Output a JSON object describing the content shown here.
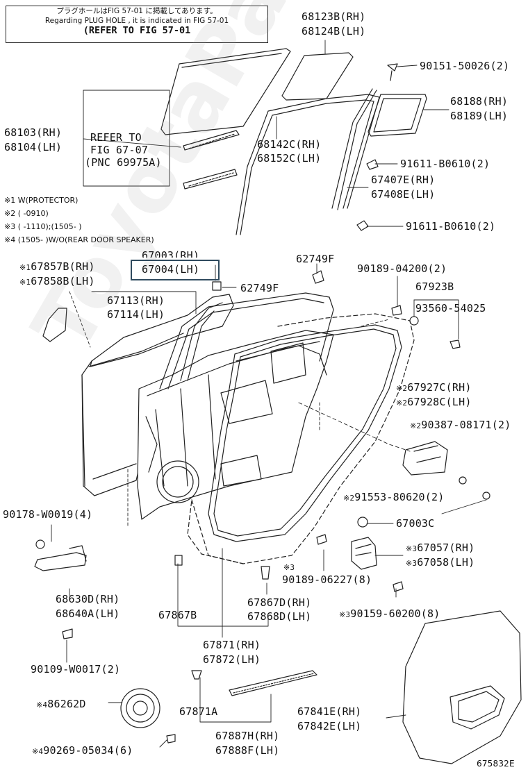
{
  "reference_box": {
    "line1": "プラグホールはFIG 57-01 に掲載してあります。",
    "line2": "Regarding PLUG HOLE , it is indicated in FIG 57-01",
    "line3": "(REFER TO FIG 57-01"
  },
  "refer_note": {
    "l1": "REFER TO",
    "l2": "FIG 67-07",
    "l3": "(PNC 69975A)"
  },
  "footnotes": [
    "※1 W(PROTECTOR)",
    "※2 (        -0910)",
    "※3 (        -1110);(1505-        )",
    "※4 (1505-        )W/O(REAR DOOR SPEAKER)"
  ],
  "labels": {
    "p68123": "68123B(RH)",
    "p68124": "68124B(LH)",
    "p90151": "90151-50026(2)",
    "p68188": "68188(RH)",
    "p68189": "68189(LH)",
    "p68103": "68103(RH)",
    "p68104": "68104(LH)",
    "p68142": "68142C(RH)",
    "p68152": "68152C(LH)",
    "p91611a": "91611-B0610(2)",
    "p67407": "67407E(RH)",
    "p67408": "67408E(LH)",
    "p91611b": "91611-B0610(2)",
    "p67003top": "67003(RH)",
    "p67004": "67004(LH)",
    "p62749a": "62749F",
    "p62749b": "62749F",
    "p90189a": "90189-04200(2)",
    "p67857": "67857B(RH)",
    "p67858": "67858B(LH)",
    "p67113": "67113(RH)",
    "p67114": "67114(LH)",
    "p67923": "67923B",
    "p93560": "93560-54025",
    "p67927": "67927C(RH)",
    "p67928": "67928C(LH)",
    "p90387": "90387-08171(2)",
    "p91553": "91553-80620(2)",
    "p67003c": "67003C",
    "p90178": "90178-W0019(4)",
    "p67057": "67057(RH)",
    "p67058": "67058(LH)",
    "p90189b": "90189-06227(8)",
    "p90159": "90159-60200(8)",
    "p68630": "68630D(RH)",
    "p68640": "68640A(LH)",
    "p67867b": "67867B",
    "p67867d": "67867D(RH)",
    "p67868": "67868D(LH)",
    "p67871": "67871(RH)",
    "p67872": "67872(LH)",
    "p90109": "90109-W0017(2)",
    "p86262": "86262D",
    "p67871a": "67871A",
    "p67841": "67841E(RH)",
    "p67842": "67842E(LH)",
    "p67887": "67887H(RH)",
    "p67888": "67888F(LH)",
    "p90269": "90269-05034(6)",
    "fig": "675832E"
  },
  "marks": {
    "m1": "※1",
    "m2": "※2",
    "m3": "※3",
    "m4": "※4"
  },
  "watermark": "ToyotaParts"
}
